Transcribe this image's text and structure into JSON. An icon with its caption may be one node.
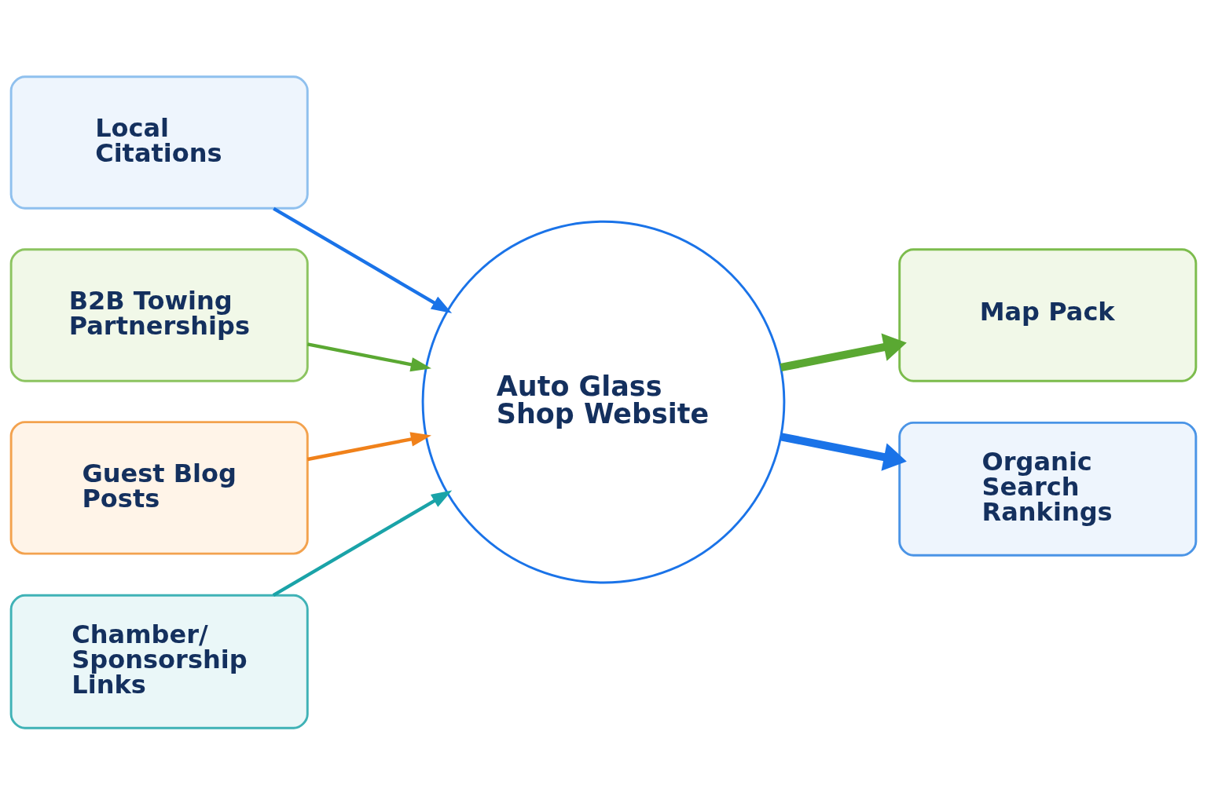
{
  "diagram": {
    "nodes": [
      {
        "text": [
          "Local Citations"
        ]
      },
      {
        "text": [
          "B2B Towing Partnerships"
        ]
      },
      {
        "text": [
          "Guest Blog Posts"
        ]
      },
      {
        "text": [
          "Chamber/ Sponsorship Links"
        ]
      },
      {
        "text": [
          "Auto Glass Shop Website"
        ]
      },
      {
        "text": [
          "Map Pack"
        ]
      },
      {
        "text": [
          "Organic Search Rankings"
        ]
      }
    ],
    "edges": [
      {
        "from": 0,
        "to": 4,
        "arrow": "to",
        "color": "#1a73e8"
      },
      {
        "from": 1,
        "to": 4,
        "arrow": "to",
        "color": "#5aa832"
      },
      {
        "from": 2,
        "to": 4,
        "arrow": "to",
        "color": "#f0811a"
      },
      {
        "from": 3,
        "to": 4,
        "arrow": "to",
        "color": "#1aa3a8"
      },
      {
        "from": 4,
        "to": 5,
        "arrow": "to",
        "style": "thick",
        "color": "#5aa832"
      },
      {
        "from": 4,
        "to": 6,
        "arrow": "to",
        "style": "thick",
        "color": "#1a73e8"
      }
    ]
  }
}
